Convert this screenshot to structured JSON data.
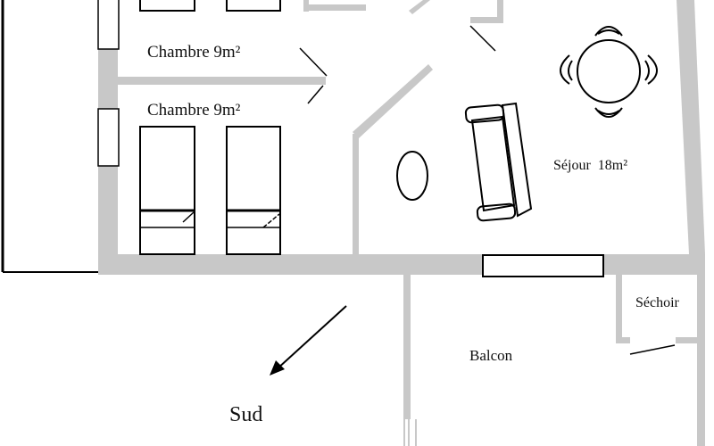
{
  "title": "Plan de l'appartement",
  "rooms": {
    "chambre_1": "Chambre 9m²",
    "chambre_2": "Chambre 9m²",
    "sejour": "Séjour  18m²",
    "sechoir": "Séchoir",
    "balcon": "Balcon"
  },
  "orientation": {
    "label": "Sud"
  },
  "colors": {
    "wall": "#c8c8c8",
    "line": "#000000",
    "background": "#ffffff"
  }
}
